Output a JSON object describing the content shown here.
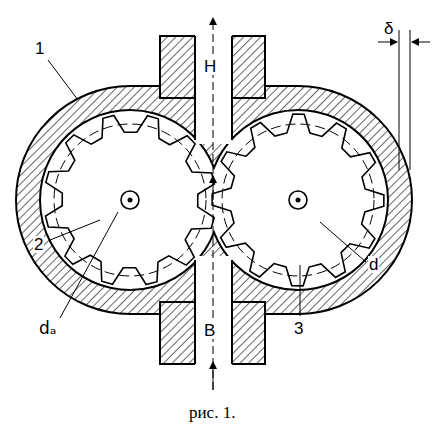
{
  "diagram": {
    "caption": "рис. 1.",
    "labels": [
      "1",
      "Н",
      "δ",
      "2",
      "dₐ",
      "В",
      "3",
      "d"
    ]
  }
}
